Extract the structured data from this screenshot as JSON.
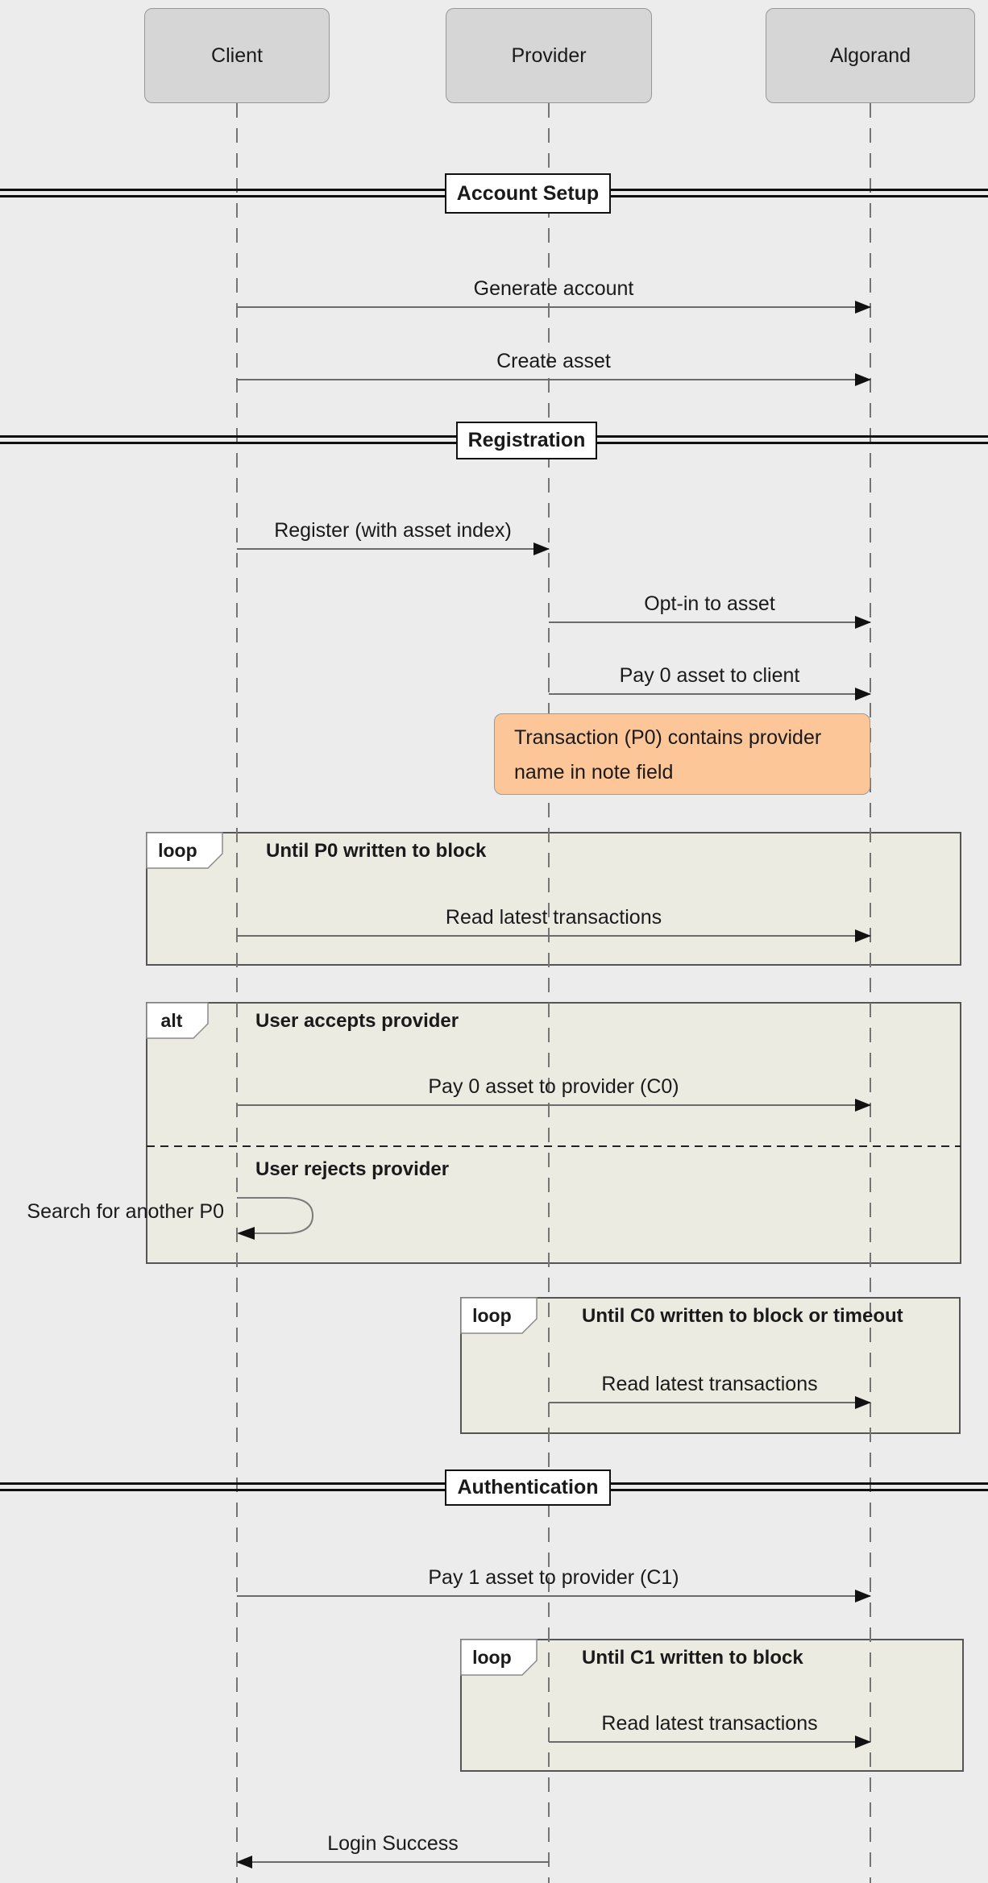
{
  "diagram": {
    "kind": "sequence-diagram",
    "actors": [
      {
        "name": "Client"
      },
      {
        "name": "Provider"
      },
      {
        "name": "Algorand"
      }
    ],
    "dividers": [
      {
        "label": "Account Setup"
      },
      {
        "label": "Registration"
      },
      {
        "label": "Authentication"
      }
    ],
    "messages": [
      {
        "from": "Client",
        "to": "Algorand",
        "label": "Generate account"
      },
      {
        "from": "Client",
        "to": "Algorand",
        "label": "Create asset"
      },
      {
        "from": "Client",
        "to": "Provider",
        "label": "Register (with asset index)"
      },
      {
        "from": "Provider",
        "to": "Algorand",
        "label": "Opt-in to asset"
      },
      {
        "from": "Provider",
        "to": "Algorand",
        "label": "Pay 0 asset to client"
      },
      {
        "from": "Client",
        "to": "Algorand",
        "label": "Read latest transactions"
      },
      {
        "from": "Client",
        "to": "Algorand",
        "label": "Pay 0 asset to provider (C0)"
      },
      {
        "from": "Client",
        "to": "Client",
        "label": "Search for another P0"
      },
      {
        "from": "Provider",
        "to": "Algorand",
        "label": "Read latest transactions"
      },
      {
        "from": "Client",
        "to": "Algorand",
        "label": "Pay 1 asset to provider (C1)"
      },
      {
        "from": "Provider",
        "to": "Algorand",
        "label": "Read latest transactions"
      },
      {
        "from": "Provider",
        "to": "Client",
        "label": "Login Success"
      }
    ],
    "note": {
      "over": "Provider, Algorand",
      "text": "Transaction (P0) contains provider name in note field"
    },
    "frames": [
      {
        "type": "loop",
        "title": "Until P0 written to block"
      },
      {
        "type": "alt",
        "title": "User accepts provider",
        "else_label": "User rejects provider"
      },
      {
        "type": "loop",
        "title": "Until C0 written to block or timeout"
      },
      {
        "type": "loop",
        "title": "Until C1 written to block"
      }
    ],
    "colors": {
      "background": "#ececec",
      "actor_fill": "#d6d6d6",
      "actor_border": "#979797",
      "frame_fill": "#ebebe1",
      "frame_border": "#555555",
      "note_fill": "#fdc698",
      "note_border": "#9a9a9a",
      "message_line": "#6b6b6b",
      "arrowhead": "#111111",
      "text": "#1a1a1a"
    }
  }
}
